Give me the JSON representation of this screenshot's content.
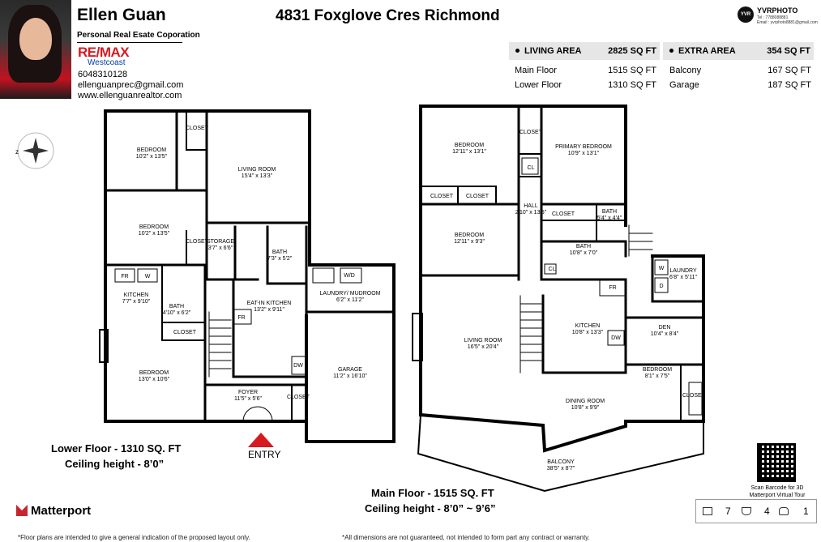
{
  "agent": {
    "name": "Ellen Guan",
    "company": "Personal Real Esate Coporation",
    "brand": "RE/MAX",
    "brand_sub": "Westcoast",
    "phone": "6048310128",
    "email": "ellenguanprec@gmail.com",
    "website": "www.ellenguanrealtor.com"
  },
  "property": {
    "address": "4831 Foxglove Cres Richmond"
  },
  "photographer": {
    "name": "YVRPHOTO",
    "tel": "Tel : 7788088881",
    "email": "Email : yvrphoto8881@gmail.com"
  },
  "living_area": {
    "label": "LIVING AREA",
    "total": "2825 SQ FT",
    "rows": [
      {
        "label": "Main Floor",
        "value": "1515 SQ FT"
      },
      {
        "label": "Lower Floor",
        "value": "1310 SQ FT"
      }
    ]
  },
  "extra_area": {
    "label": "EXTRA AREA",
    "total": "354 SQ FT",
    "rows": [
      {
        "label": "Balcony",
        "value": "167 SQ FT"
      },
      {
        "label": "Garage",
        "value": "187 SQ FT"
      }
    ]
  },
  "lower_floor": {
    "caption_line1": "Lower Floor - 1310 SQ. FT",
    "caption_line2": "Ceiling height - 8’0”",
    "entry": "ENTRY",
    "rooms": [
      {
        "name": "BEDROOM",
        "dims": "10'2\" x 13'5\""
      },
      {
        "name": "LIVING ROOM",
        "dims": "15'4\" x 13'3\""
      },
      {
        "name": "BEDROOM",
        "dims": "10'2\" x 13'5\""
      },
      {
        "name": "STORAGE",
        "dims": "3'7\" x 6'6\""
      },
      {
        "name": "BATH",
        "dims": "7'3\" x 5'2\""
      },
      {
        "name": "KITCHEN",
        "dims": "7'7\" x 9'10\""
      },
      {
        "name": "BATH",
        "dims": "4'10\" x 6'2\""
      },
      {
        "name": "EAT-IN KITCHEN",
        "dims": "13'2\" x 9'11\""
      },
      {
        "name": "LAUNDRY/ MUDROOM",
        "dims": "6'2\" x 11'2\""
      },
      {
        "name": "BEDROOM",
        "dims": "13'0\" x 10'6\""
      },
      {
        "name": "GARAGE",
        "dims": "11'2\" x 16'10\""
      },
      {
        "name": "FOYER",
        "dims": "11'5\" x 5'6\""
      }
    ],
    "labels": [
      "CLOSET",
      "CLOSET",
      "CLOSET",
      "CLOSET",
      "FR",
      "W",
      "FR",
      "W/D",
      "DW"
    ]
  },
  "main_floor": {
    "caption_line1": "Main Floor - 1515 SQ. FT",
    "caption_line2": "Ceiling height - 8’0” ~ 9’6”",
    "rooms": [
      {
        "name": "BEDROOM",
        "dims": "12'11\" x 13'1\""
      },
      {
        "name": "PRIMARY BEDROOM",
        "dims": "10'9\" x 13'1\""
      },
      {
        "name": "BATH",
        "dims": "5'4\" x 4'4\""
      },
      {
        "name": "HALL",
        "dims": "2'10\" x 13'5\""
      },
      {
        "name": "BEDROOM",
        "dims": "12'11\" x 9'3\""
      },
      {
        "name": "BATH",
        "dims": "10'8\" x 7'0\""
      },
      {
        "name": "LAUNDRY",
        "dims": "6'8\" x 5'11\""
      },
      {
        "name": "KITCHEN",
        "dims": "10'8\" x 13'3\""
      },
      {
        "name": "DEN",
        "dims": "10'4\" x 8'4\""
      },
      {
        "name": "LIVING ROOM",
        "dims": "16'5\" x 20'4\""
      },
      {
        "name": "BEDROOM",
        "dims": "8'1\" x 7'5\""
      },
      {
        "name": "DINING ROOM",
        "dims": "10'8\" x 9'9\""
      },
      {
        "name": "BALCONY",
        "dims": "38'5\" x 8'7\""
      }
    ],
    "labels": [
      "CLOSET",
      "CLOSET",
      "CLOSET",
      "CLOSET",
      "CL",
      "CL",
      "FR",
      "W",
      "D",
      "DW",
      "CLOSET"
    ]
  },
  "qr_caption": "Scan Barcode for 3D Matterport Virtual Tour",
  "matterport": "Matterport",
  "counts": {
    "beds": "7",
    "baths": "4",
    "garage": "1"
  },
  "disclaimers": {
    "left": "*Floor plans are intended to give a general indication of the proposed layout only.",
    "right": "*All dimensions are not guaranteed, not intended to form part any contract or warranty."
  }
}
